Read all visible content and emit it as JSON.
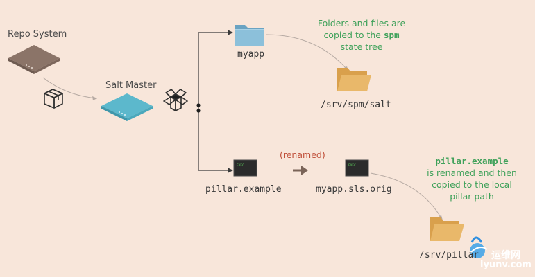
{
  "nodes": {
    "repo_system": "Repo System",
    "salt_master": "Salt Master",
    "myapp": "myapp",
    "spm_state_path": "/srv/spm/salt",
    "pillar_example": "pillar.example",
    "renamed_file": "myapp.sls.orig",
    "pillar_path": "/srv/pillar"
  },
  "notes": {
    "copied_line1": "Folders and files are",
    "copied_line2_prefix": "copied to the ",
    "copied_line2_bold": "spm",
    "copied_line3": "state tree",
    "renamed_tag": "(renamed)",
    "pillar_line1_bold": "pillar.example",
    "pillar_line2": "is renamed and then",
    "pillar_line3": "copied to the local",
    "pillar_line4": "pillar path"
  },
  "terminal_icon_text": "EXEC",
  "watermark": {
    "cn": "运维网",
    "en": "iyunv.com"
  },
  "colors": {
    "background": "#f8e6da",
    "repo_server": "#8b7468",
    "salt_master": "#5cb8cc",
    "folder_blue": "#7fb3ce",
    "folder_orange": "#e8b35c",
    "note_green": "#3fa15a",
    "renamed_red": "#c0503a"
  }
}
